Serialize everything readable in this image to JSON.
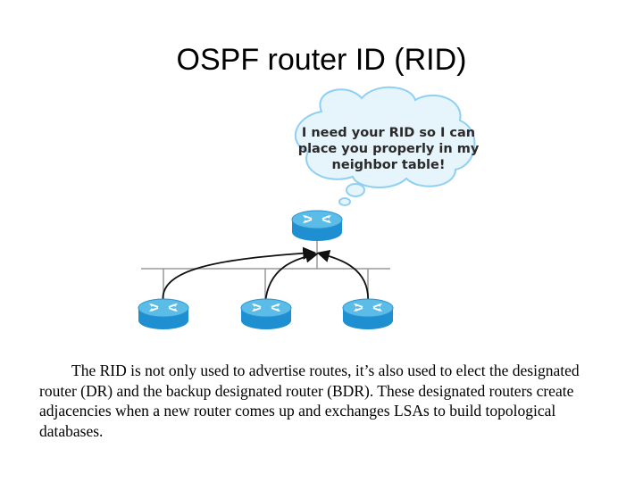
{
  "slide": {
    "title": "OSPF router ID (RID)",
    "bubble_lines": [
      "I need your RID so I can",
      "place you properly in my",
      "neighbor table!"
    ],
    "caption": "The RID is not only used to advertise routes, it’s also used to elect the designated router (DR) and the backup designated router (BDR). These designated routers create adjacencies when a new router comes up and exchanges LSAs to build topological databases."
  },
  "colors": {
    "router_top": "#5bbce8",
    "router_body": "#1e8fd0",
    "router_mark": "#ffffff",
    "bus_line": "#999999",
    "arrow": "#111111",
    "bubble_fill": "#e6f4fc",
    "bubble_stroke": "#8fd0f2"
  }
}
